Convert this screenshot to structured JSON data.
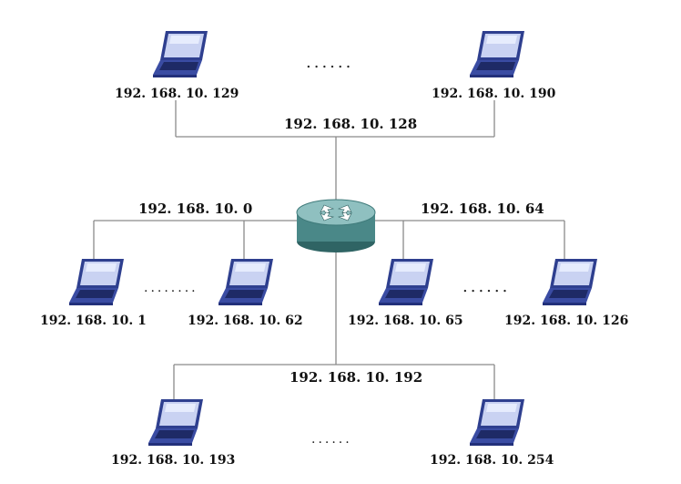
{
  "diagram": {
    "colors": {
      "line": "#8a8a8a",
      "laptop_frame": "#2e3f8f",
      "laptop_screen": "#c9d2f2",
      "router_body": "#3f7a7a"
    },
    "router": {
      "icon": "router-icon"
    },
    "subnets": {
      "top": {
        "network": "192. 168. 10. 128",
        "host_first": "192. 168. 10. 129",
        "host_last": "192. 168. 10. 190",
        "ellipsis": "......"
      },
      "left": {
        "network": "192. 168. 10. 0",
        "host_first": "192. 168. 10. 1",
        "host_last": "192. 168. 10. 62",
        "ellipsis": "........"
      },
      "right": {
        "network": "192. 168. 10. 64",
        "host_first": "192. 168. 10. 65",
        "host_last": "192. 168. 10. 126",
        "ellipsis": "......"
      },
      "bottom": {
        "network": "192. 168. 10. 192",
        "host_first": "192. 168. 10. 193",
        "host_last": "192. 168. 10. 254",
        "ellipsis": "......"
      }
    }
  }
}
